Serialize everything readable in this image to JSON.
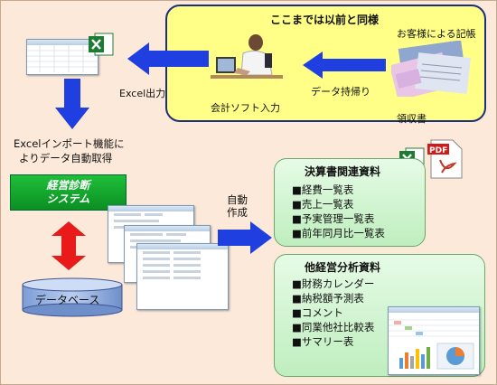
{
  "yellow_section": {
    "title": "ここまでは以前と同様"
  },
  "labels": {
    "customer_entry": "お客様による記帳",
    "accounting_input": "会計ソフト入力",
    "data_transfer": "データ持帰り",
    "receipt": "領収書",
    "excel_output": "Excel出力",
    "excel_import_line1": "Excelインポート機能に",
    "excel_import_line2": "よりデータ自動取得",
    "auto_create_line1": "自動",
    "auto_create_line2": "作成",
    "database": "データベース"
  },
  "system": {
    "line1": "経営診断",
    "line2": "システム"
  },
  "panel_settlement": {
    "title": "決算書関連資料",
    "items": [
      "■経費一覧表",
      "■売上一覧表",
      "■予実管理一覧表",
      "■前年同月比一覧表"
    ]
  },
  "panel_analysis": {
    "title": "他経営分析資料",
    "items": [
      "■財務カレンダー",
      "■納税額予測表",
      "■コメント",
      "■同業他社比較表",
      "■サマリー表"
    ]
  },
  "icons": [
    "excel-icon",
    "pdf-icon",
    "arrow-left-icon",
    "arrow-down-icon",
    "arrow-right-icon",
    "double-arrow-icon",
    "database-icon"
  ],
  "colors": {
    "arrow": "#1f3fe0",
    "double_arrow": "#e81a1a",
    "system": "#0b8f23",
    "yellow_box": "#ffff88",
    "background": "#fde9d9"
  }
}
